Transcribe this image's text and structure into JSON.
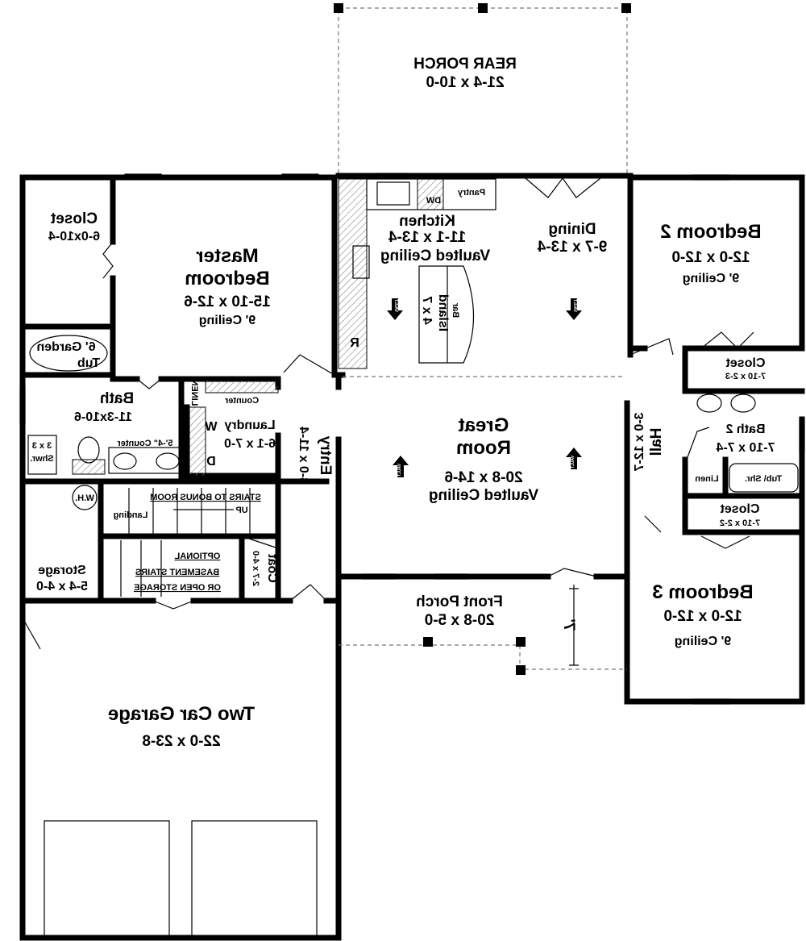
{
  "rear_porch": {
    "name": "REAR PORCH",
    "size": "21-4 x 10-0"
  },
  "closet_master": {
    "name": "Closet",
    "size": "6-0x10-4"
  },
  "master_bedroom": {
    "name1": "Master",
    "name2": "Bedroom",
    "size": "15-10 x 12-6",
    "ceiling": "9' Ceiling"
  },
  "kitchen": {
    "name": "Kitchen",
    "size": "11-1 x 13-4",
    "ceiling": "Vaulted Ceiling",
    "pantry": "Pantry",
    "dw": "DW",
    "fridge": "R",
    "island": "Island",
    "island_size": "4 x 7",
    "bar": "Bar"
  },
  "dining": {
    "name": "Dining",
    "size": "9-7 x 13-4"
  },
  "bedroom2": {
    "name": "Bedroom 2",
    "size": "12-0 x 12-0",
    "ceiling": "9' Ceiling"
  },
  "garden_tub": {
    "line1": "6' Garden",
    "line2": "Tub"
  },
  "bath": {
    "name": "Bath",
    "size": "11-3x10-6",
    "shower1": "3 x 3",
    "shower2": "Shwr.",
    "counter": "5'-4\" Counter"
  },
  "linen_master": "LINEN",
  "laundry": {
    "name": "Laundry",
    "size": "6-1 x 7-0",
    "counter": "Counter",
    "washer": "W",
    "dryer": "D"
  },
  "entry": {
    "name": "Entry",
    "size": "3-0 x 11-4"
  },
  "great_room": {
    "name1": "Great",
    "name2": "Room",
    "size": "20-8 x 14-6",
    "ceiling": "Vaulted Ceiling"
  },
  "vault_label": "VAULT",
  "hall": {
    "name": "Hall",
    "size": "3-0 x 12-7"
  },
  "closet_bed2": {
    "name": "Closet",
    "size": "7-10 x 2-3"
  },
  "bath2": {
    "name": "Bath 2",
    "size": "7-10 x 7-4",
    "tub": "Tub\\ Shr.",
    "linen": "Linen"
  },
  "closet_bed3": {
    "name": "Closet",
    "size": "7-10 x 2-2"
  },
  "water_heater": "W.H.",
  "stairs": {
    "label": "STAIRS TO BONUS ROOM",
    "up": "UP",
    "landing": "Landing"
  },
  "storage": {
    "name": "Storage",
    "size": "5-4 x 4-0"
  },
  "optional": {
    "line1": "OPTIONAL",
    "line2": "BASEMENT STAIRS",
    "line3": "OR OPEN STORAGE"
  },
  "coat": {
    "name": "Coat",
    "size": "2-7 x 4-0"
  },
  "front_porch": {
    "name": "Front Porch",
    "size": "20-8 x 5-0",
    "dimension": "7'"
  },
  "bedroom3": {
    "name": "Bedroom 3",
    "size": "12-0 x 12-0",
    "ceiling": "9' Ceiling"
  },
  "garage": {
    "name": "Two Car Garage",
    "size": "22-0 x 23-8"
  }
}
